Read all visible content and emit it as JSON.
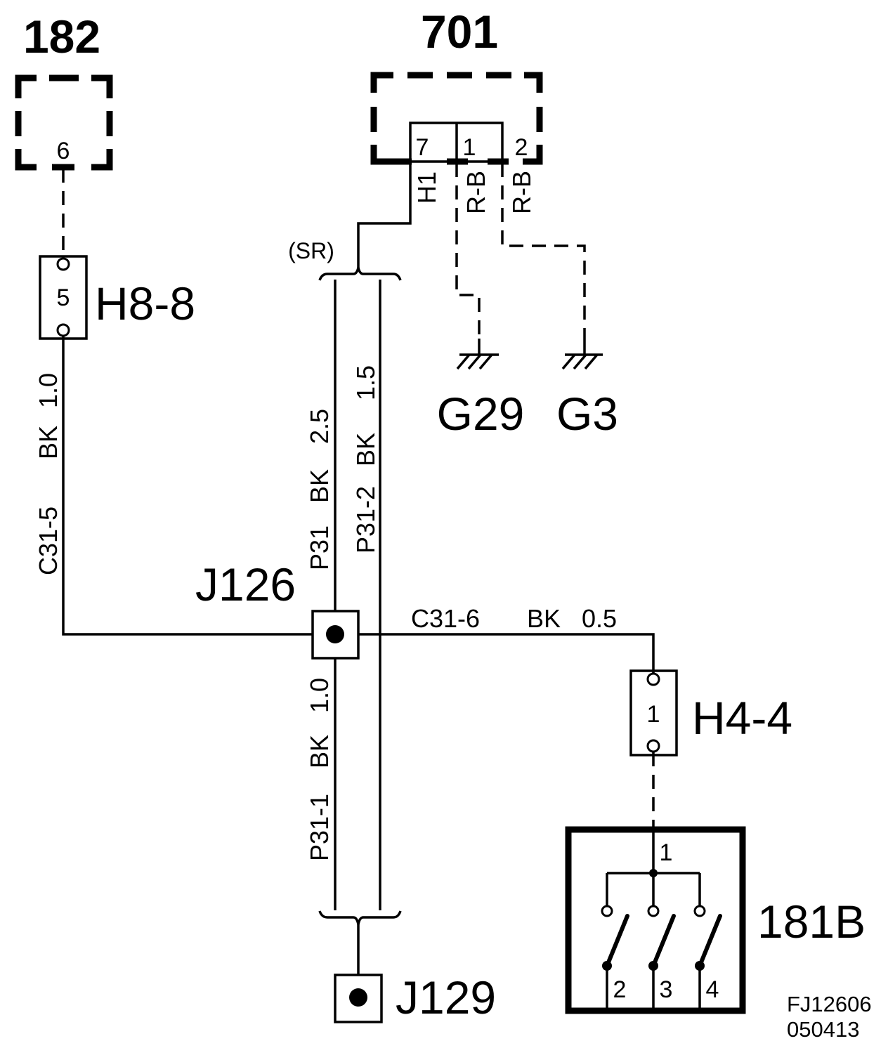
{
  "components": {
    "module_182": {
      "label": "182",
      "pin": "6"
    },
    "module_701": {
      "label": "701",
      "pins": [
        "7",
        "1",
        "2"
      ]
    },
    "connector_h8_8": {
      "label": "H8-8",
      "cavity": "5"
    },
    "connector_h4_4": {
      "label": "H4-4",
      "cavity": "1"
    },
    "splice_j126": {
      "label": "J126"
    },
    "splice_j129": {
      "label": "J129"
    },
    "switch_181b": {
      "label": "181B",
      "pins": [
        "1",
        "2",
        "3",
        "4"
      ]
    },
    "ground_g29": {
      "label": "G29"
    },
    "ground_g3": {
      "label": "G3"
    }
  },
  "wires": {
    "c31_5": {
      "circuit": "C31-5",
      "color": "BK",
      "gauge": "1.0"
    },
    "c31_6": {
      "circuit": "C31-6",
      "color": "BK",
      "gauge": "0.5"
    },
    "p31": {
      "circuit": "P31",
      "color": "BK",
      "gauge": "2.5"
    },
    "p31_1": {
      "circuit": "P31-1",
      "color": "BK",
      "gauge": "1.0"
    },
    "p31_2": {
      "circuit": "P31-2",
      "color": "BK",
      "gauge": "1.5"
    },
    "h1": {
      "code": "H1"
    },
    "rb_a": {
      "code": "R-B"
    },
    "rb_b": {
      "code": "R-B"
    }
  },
  "harness_option": "(SR)",
  "footer": {
    "figure_code": "FJ12606",
    "date_code": "050413"
  },
  "colors": {
    "ink": "#000000",
    "paper": "#ffffff"
  }
}
